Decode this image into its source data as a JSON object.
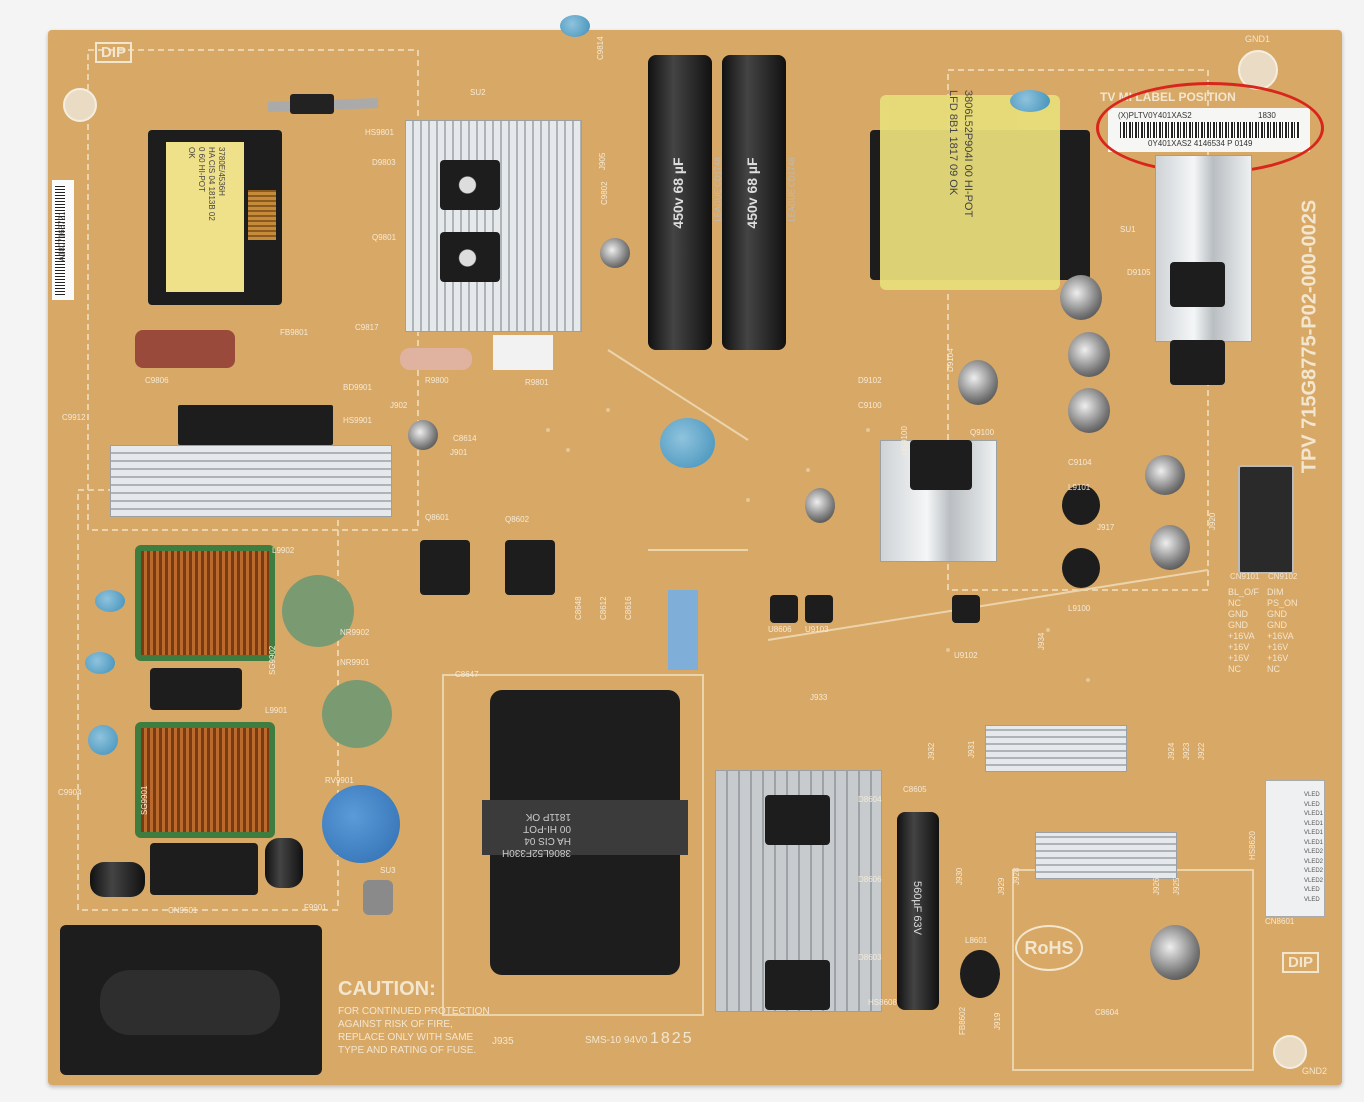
{
  "label": {
    "line1": "(X)PLTV0Y401XAS2",
    "code": "1830",
    "line2": "0Y401XAS2 4146534 P 0149",
    "highlight_color": "#d9261c"
  },
  "silkscreen": {
    "board_id": "TPV 715G8775-P02-000-002S",
    "label_position": "TV MI LABEL POSITION",
    "caution_title": "CAUTION:",
    "caution_lines": [
      "FOR CONTINUED PROTECTION",
      "AGAINST RISK OF FIRE,",
      "REPLACE ONLY WITH SAME",
      "TYPE AND RATING OF FUSE."
    ],
    "rohs": "RoHS",
    "dip_top": "DIP",
    "dip_bottom": "DIP",
    "ul_mark": "SMS-10 94V0",
    "date_code": "1825",
    "j935": "J935",
    "gnd1": "GND1",
    "gnd2": "GND2",
    "side_code": "A1807163721",
    "cn9101": "CN9101",
    "cn9102": "CN9102",
    "pins_left": [
      "BL_O/F",
      "NC",
      "GND",
      "GND",
      "+16VA",
      "+16V",
      "+16V",
      "NC"
    ],
    "pins_right": [
      "DIM",
      "PS_ON",
      "GND",
      "GND",
      "+16VA",
      "+16V",
      "+16V",
      "NC"
    ],
    "vled_pins": [
      "VLED",
      "VLED",
      "VLED1",
      "VLED1",
      "VLED1",
      "VLED1",
      "VLED2",
      "VLED2",
      "VLED2",
      "VLED2",
      "VLED",
      "VLED"
    ],
    "parts": [
      "C9814",
      "HS9801",
      "D9803",
      "Q9801",
      "C9817",
      "FB9801",
      "C9806",
      "R9800",
      "R9801",
      "BD9901",
      "HS9901",
      "C9912",
      "J902",
      "C8614",
      "J901",
      "Q8601",
      "Q8602",
      "C8648",
      "C8612",
      "C8616",
      "C8647",
      "L9902",
      "NR9902",
      "NR9901",
      "L9901",
      "RV9901",
      "SG9902",
      "SG9901",
      "C9904",
      "CN9501",
      "SU3",
      "F9901",
      "C9100",
      "D9102",
      "D9104",
      "Q9100",
      "HS9100",
      "C9104",
      "L9101",
      "L9100",
      "J917",
      "J920",
      "U8606",
      "U9103",
      "U9102",
      "J934",
      "J933",
      "J932",
      "J931",
      "J924",
      "J923",
      "J922",
      "D8604",
      "C8605",
      "D8606",
      "D8603",
      "HS8608",
      "J930",
      "J929",
      "J928",
      "J926",
      "J925",
      "L8601",
      "J919",
      "FB8602",
      "C8604",
      "CN8601",
      "HS8620",
      "D9105",
      "SU1",
      "SU2",
      "C9802",
      "J905"
    ]
  },
  "transformers": {
    "left": [
      "3780E/4536H",
      "HA CIS 04 1813B 02",
      "0 60 HI-POT",
      "OK"
    ],
    "right": [
      "3806L52P904I 00 HI-POT",
      "LFD 8B1 1817 09 OK"
    ],
    "center": [
      "3806L52F330H",
      "HA CIS 04",
      "00 HI-POT",
      "1811P OK"
    ]
  },
  "capacitors": {
    "bulk_rating": "450v 68 µF",
    "brand": "LEAGUE CD1748",
    "small_rating": "560µF 63V"
  }
}
